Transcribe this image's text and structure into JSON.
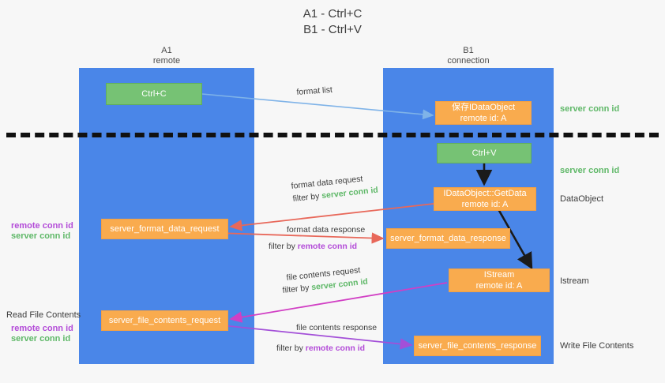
{
  "title": {
    "line1": "A1 - Ctrl+C",
    "line2": "B1 - Ctrl+V"
  },
  "lanes": [
    {
      "id": "a1",
      "name": "A1",
      "sub": "remote",
      "color": "#4a86e8"
    },
    {
      "id": "b1",
      "name": "B1",
      "sub": "connection",
      "color": "#4a86e8"
    }
  ],
  "colors": {
    "lane": "#4a86e8",
    "green_box": "#76c274",
    "orange_box": "#f9ab4e",
    "green_text": "#5fb868",
    "purple_text": "#b34bd8",
    "blue_arrow": "#7fb3e8",
    "red_arrow": "#e8685a",
    "black_arrow": "#1a1a1a",
    "magenta_arrow": "#d13fc4",
    "purple_arrow": "#a34fd8",
    "divider": "#111111",
    "background": "#f7f7f7"
  },
  "nodes": [
    {
      "id": "ctrl-c",
      "label": "Ctrl+C",
      "sub": "",
      "style": "green"
    },
    {
      "id": "idataobject-create",
      "label": "保存IDataObject",
      "sub": "remote id: A",
      "style": "orange"
    },
    {
      "id": "ctrl-v",
      "label": "Ctrl+V",
      "sub": "",
      "style": "green"
    },
    {
      "id": "idataobject-getdata",
      "label": "IDataObject::GetData",
      "sub": "remote id: A",
      "style": "orange"
    },
    {
      "id": "server-format-data-request",
      "label": "server_format_data_request",
      "sub": "",
      "style": "orange"
    },
    {
      "id": "server-format-data-response",
      "label": "server_format_data_response",
      "sub": "",
      "style": "orange"
    },
    {
      "id": "istream",
      "label": "IStream",
      "sub": "remote id: A",
      "style": "orange"
    },
    {
      "id": "server-file-contents-request",
      "label": "server_file_contents_request",
      "sub": "",
      "style": "orange"
    },
    {
      "id": "server-file-contents-response",
      "label": "server_file_contents_response",
      "sub": "",
      "style": "orange"
    }
  ],
  "right_annotations": [
    {
      "id": "server-conn-id-1",
      "text": "server conn id",
      "kind": "green"
    },
    {
      "id": "server-conn-id-2",
      "text": "server conn id",
      "kind": "green"
    },
    {
      "id": "dataobject",
      "text": "DataObject",
      "kind": "plain"
    },
    {
      "id": "istream-label",
      "text": "Istream",
      "kind": "plain"
    },
    {
      "id": "write-file-contents",
      "text": "Write File Contents",
      "kind": "plain"
    }
  ],
  "left_annotations": [
    {
      "id": "remote-conn-id-1",
      "text": "remote conn id",
      "kind": "purple"
    },
    {
      "id": "server-conn-id-3",
      "text": "server conn id",
      "kind": "green"
    },
    {
      "id": "read-file-contents",
      "text": "Read File Contents",
      "kind": "plain"
    },
    {
      "id": "remote-conn-id-2",
      "text": "remote conn id",
      "kind": "purple"
    },
    {
      "id": "server-conn-id-4",
      "text": "server conn id",
      "kind": "green"
    }
  ],
  "edges": [
    {
      "id": "format-list",
      "line1": "format list",
      "filter_prefix": "",
      "filter_value": "",
      "color": "#7fb3e8"
    },
    {
      "id": "format-data-request",
      "line1": "format data request",
      "filter_prefix": "filter by ",
      "filter_value": "server conn id",
      "filter_kind": "green",
      "color": "#e8685a"
    },
    {
      "id": "format-data-response",
      "line1": "format data response",
      "filter_prefix": "filter by ",
      "filter_value": "remote conn id",
      "filter_kind": "purple",
      "color": "#e8685a"
    },
    {
      "id": "file-contents-request",
      "line1": "file contents request",
      "filter_prefix": "filter by ",
      "filter_value": "server conn id",
      "filter_kind": "green",
      "color": "#d13fc4"
    },
    {
      "id": "file-contents-response",
      "line1": "file contents response",
      "filter_prefix": "filter by ",
      "filter_value": "remote conn id",
      "filter_kind": "purple",
      "color": "#a34fd8"
    }
  ]
}
